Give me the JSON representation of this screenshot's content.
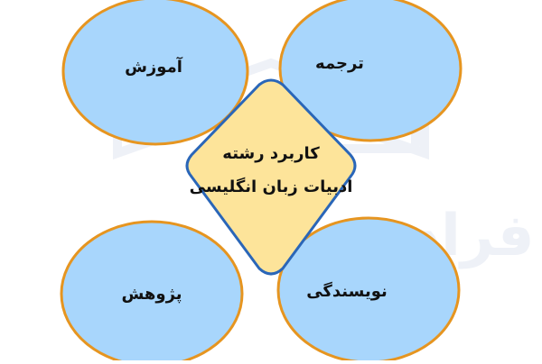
{
  "diagram": {
    "center": {
      "line1": "کاربرد رشته",
      "line2": "ادبیات زبان انگلیسی"
    },
    "nodes": {
      "top_left": "آموزش",
      "top_right": "ترجمه",
      "bottom_left": "پژوهش",
      "bottom_right": "نویسندگی"
    }
  },
  "watermark": {
    "text": "فرادرس"
  },
  "colors": {
    "ellipse_fill": "#a8d6fc",
    "ellipse_stroke": "#e69520",
    "diamond_fill": "#fde49a",
    "diamond_stroke": "#2a66b8",
    "background": "#ffffff"
  }
}
